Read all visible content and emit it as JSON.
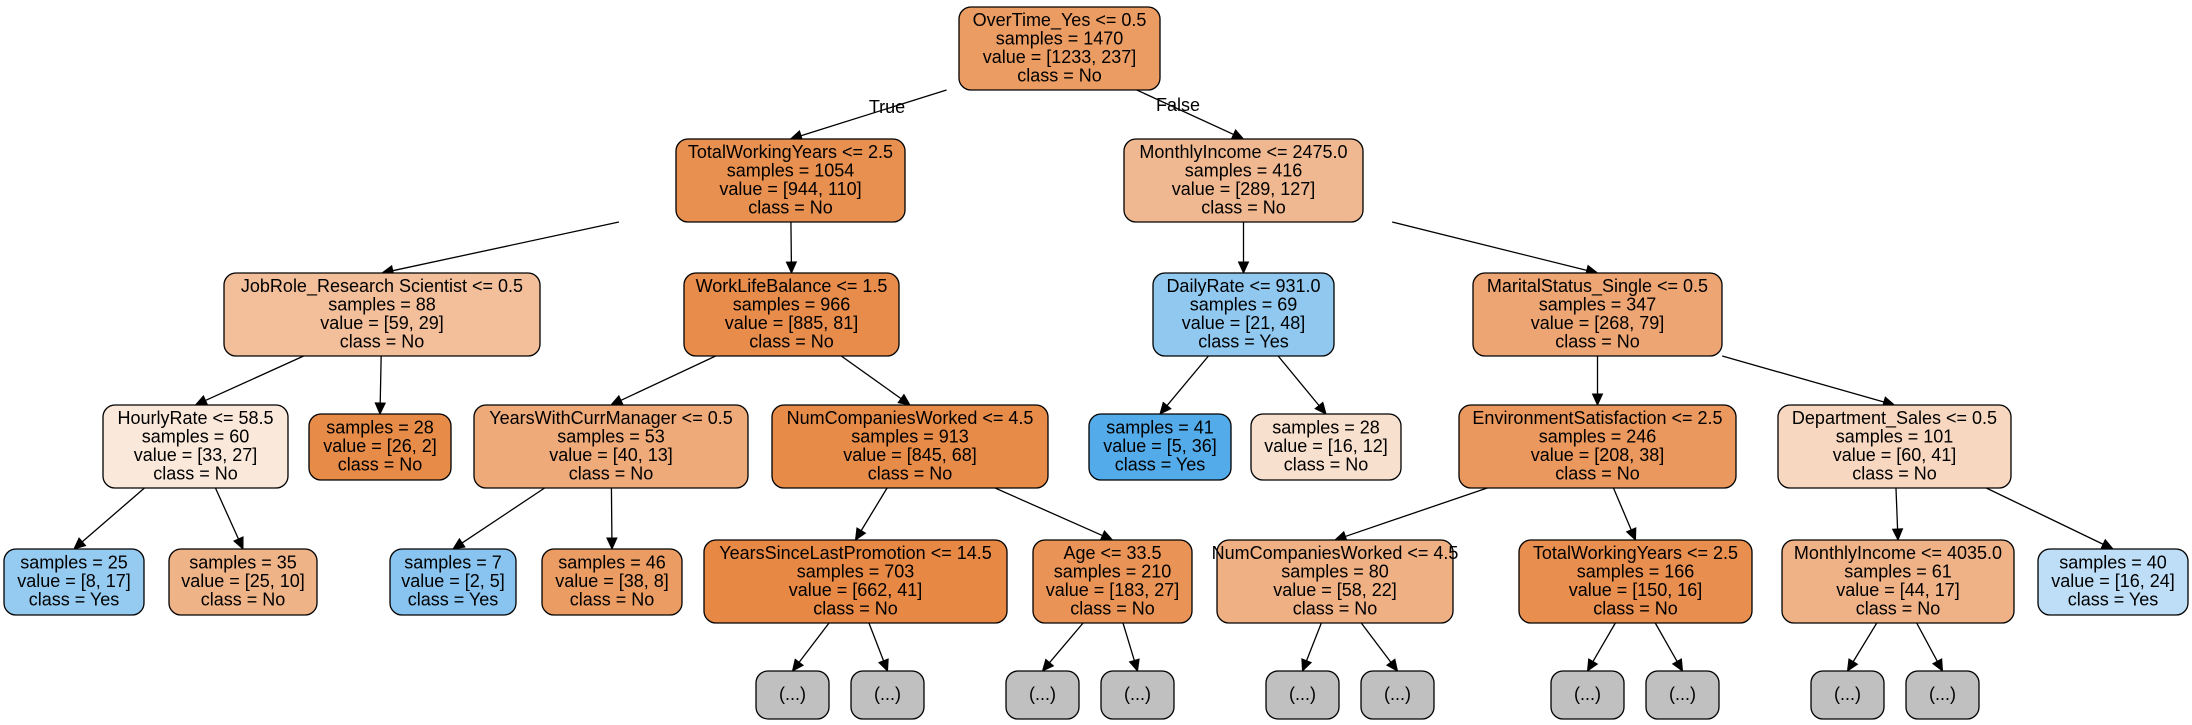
{
  "colors": {
    "no_strong": "#e58139",
    "yes_strong": "#399de5",
    "truncated": "#c0c0c0",
    "border": "#000000"
  },
  "edge_labels": {
    "left": "True",
    "right": "False"
  },
  "nodes": [
    {
      "id": "n0",
      "lines": [
        "OverTime_Yes <= 0.5",
        "samples = 1470",
        "value = [1233, 237]",
        "class = No"
      ],
      "fill": "#eb9c63"
    },
    {
      "id": "n1",
      "lines": [
        "TotalWorkingYears <= 2.5",
        "samples = 1054",
        "value = [944, 110]",
        "class = No"
      ],
      "fill": "#e89050"
    },
    {
      "id": "n2",
      "lines": [
        "MonthlyIncome <= 2475.0",
        "samples = 416",
        "value = [289, 127]",
        "class = No"
      ],
      "fill": "#f0b890"
    },
    {
      "id": "n3",
      "lines": [
        "JobRole_Research Scientist <= 0.5",
        "samples = 88",
        "value = [59, 29]",
        "class = No"
      ],
      "fill": "#f2bf9a"
    },
    {
      "id": "n4",
      "lines": [
        "WorkLifeBalance <= 1.5",
        "samples = 966",
        "value = [885, 81]",
        "class = No"
      ],
      "fill": "#e78c4b"
    },
    {
      "id": "n5",
      "lines": [
        "DailyRate <= 931.0",
        "samples = 69",
        "value = [21, 48]",
        "class = Yes"
      ],
      "fill": "#90c8f0"
    },
    {
      "id": "n6",
      "lines": [
        "MaritalStatus_Single <= 0.5",
        "samples = 347",
        "value = [268, 79]",
        "class = No"
      ],
      "fill": "#eda673"
    },
    {
      "id": "n7",
      "lines": [
        "HourlyRate <= 58.5",
        "samples = 60",
        "value = [33, 27]",
        "class = No"
      ],
      "fill": "#fae8db"
    },
    {
      "id": "n8",
      "lines": [
        "samples = 28",
        "value = [26, 2]",
        "class = No"
      ],
      "fill": "#e78b48"
    },
    {
      "id": "n9",
      "lines": [
        "YearsWithCurrManager <= 0.5",
        "samples = 53",
        "value = [40, 13]",
        "class = No"
      ],
      "fill": "#eeaa79"
    },
    {
      "id": "n10",
      "lines": [
        "NumCompaniesWorked <= 4.5",
        "samples = 913",
        "value = [845, 68]",
        "class = No"
      ],
      "fill": "#e78b49"
    },
    {
      "id": "n11",
      "lines": [
        "samples = 41",
        "value = [5, 36]",
        "class = Yes"
      ],
      "fill": "#54abe9"
    },
    {
      "id": "n12",
      "lines": [
        "samples = 28",
        "value = [16, 12]",
        "class = No"
      ],
      "fill": "#f8e0ce"
    },
    {
      "id": "n13",
      "lines": [
        "EnvironmentSatisfaction <= 2.5",
        "samples = 246",
        "value = [208, 38]",
        "class = No"
      ],
      "fill": "#ea985d"
    },
    {
      "id": "n14",
      "lines": [
        "Department_Sales <= 0.5",
        "samples = 101",
        "value = [60, 41]",
        "class = No"
      ],
      "fill": "#f7d7c0"
    },
    {
      "id": "n15",
      "lines": [
        "samples = 25",
        "value = [8, 17]",
        "class = Yes"
      ],
      "fill": "#96cbf1"
    },
    {
      "id": "n16",
      "lines": [
        "samples = 35",
        "value = [25, 10]",
        "class = No"
      ],
      "fill": "#efb388"
    },
    {
      "id": "n17",
      "lines": [
        "samples = 7",
        "value = [2, 5]",
        "class = Yes"
      ],
      "fill": "#88c4ef"
    },
    {
      "id": "n18",
      "lines": [
        "samples = 46",
        "value = [38, 8]",
        "class = No"
      ],
      "fill": "#ea9c63"
    },
    {
      "id": "n19",
      "lines": [
        "YearsSinceLastPromotion <= 14.5",
        "samples = 703",
        "value = [662, 41]",
        "class = No"
      ],
      "fill": "#e78945"
    },
    {
      "id": "n20",
      "lines": [
        "Age <= 33.5",
        "samples = 210",
        "value = [183, 27]",
        "class = No"
      ],
      "fill": "#e99456"
    },
    {
      "id": "n21",
      "lines": [
        "NumCompaniesWorked <= 4.5",
        "samples = 80",
        "value = [58, 22]",
        "class = No"
      ],
      "fill": "#efb184"
    },
    {
      "id": "n22",
      "lines": [
        "TotalWorkingYears <= 2.5",
        "samples = 166",
        "value = [150, 16]",
        "class = No"
      ],
      "fill": "#e88e4e"
    },
    {
      "id": "n23",
      "lines": [
        "MonthlyIncome <= 4035.0",
        "samples = 61",
        "value = [44, 17]",
        "class = No"
      ],
      "fill": "#efb286"
    },
    {
      "id": "n24",
      "lines": [
        "samples = 40",
        "value = [16, 24]",
        "class = Yes"
      ],
      "fill": "#bddef6"
    },
    {
      "id": "t1",
      "lines": [
        "(...)"
      ],
      "fill": "#c0c0c0"
    },
    {
      "id": "t2",
      "lines": [
        "(...)"
      ],
      "fill": "#c0c0c0"
    },
    {
      "id": "t3",
      "lines": [
        "(...)"
      ],
      "fill": "#c0c0c0"
    },
    {
      "id": "t4",
      "lines": [
        "(...)"
      ],
      "fill": "#c0c0c0"
    },
    {
      "id": "t5",
      "lines": [
        "(...)"
      ],
      "fill": "#c0c0c0"
    },
    {
      "id": "t6",
      "lines": [
        "(...)"
      ],
      "fill": "#c0c0c0"
    },
    {
      "id": "t7",
      "lines": [
        "(...)"
      ],
      "fill": "#c0c0c0"
    },
    {
      "id": "t8",
      "lines": [
        "(...)"
      ],
      "fill": "#c0c0c0"
    },
    {
      "id": "t9",
      "lines": [
        "(...)"
      ],
      "fill": "#c0c0c0"
    },
    {
      "id": "t10",
      "lines": [
        "(...)"
      ],
      "fill": "#c0c0c0"
    }
  ],
  "edges": [
    [
      "n0",
      "n1"
    ],
    [
      "n0",
      "n2"
    ],
    [
      "n1",
      "n3"
    ],
    [
      "n1",
      "n4"
    ],
    [
      "n2",
      "n5"
    ],
    [
      "n2",
      "n6"
    ],
    [
      "n3",
      "n7"
    ],
    [
      "n3",
      "n8"
    ],
    [
      "n4",
      "n9"
    ],
    [
      "n4",
      "n10"
    ],
    [
      "n5",
      "n11"
    ],
    [
      "n5",
      "n12"
    ],
    [
      "n6",
      "n13"
    ],
    [
      "n6",
      "n14"
    ],
    [
      "n7",
      "n15"
    ],
    [
      "n7",
      "n16"
    ],
    [
      "n9",
      "n17"
    ],
    [
      "n9",
      "n18"
    ],
    [
      "n10",
      "n19"
    ],
    [
      "n10",
      "n20"
    ],
    [
      "n13",
      "n21"
    ],
    [
      "n13",
      "n22"
    ],
    [
      "n14",
      "n23"
    ],
    [
      "n14",
      "n24"
    ],
    [
      "n19",
      "t1"
    ],
    [
      "n19",
      "t2"
    ],
    [
      "n20",
      "t3"
    ],
    [
      "n20",
      "t4"
    ],
    [
      "n21",
      "t5"
    ],
    [
      "n21",
      "t6"
    ],
    [
      "n22",
      "t7"
    ],
    [
      "n22",
      "t8"
    ],
    [
      "n23",
      "t9"
    ],
    [
      "n23",
      "t10"
    ]
  ]
}
